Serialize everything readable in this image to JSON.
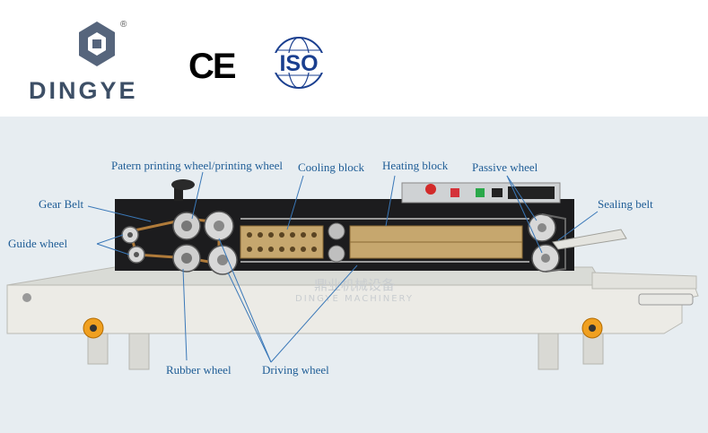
{
  "header": {
    "brand_name": "DINGYE",
    "registered_mark": "®",
    "ce_mark": "CE",
    "iso_mark": "ISO"
  },
  "machine": {
    "watermark_cn": "鼎业机械设备",
    "watermark_en": "DINGYE MACHINERY"
  },
  "labels": {
    "patern_printing_wheel": "Patern printing wheel/printing wheel",
    "cooling_block": "Cooling block",
    "heating_block": "Heating block",
    "passive_wheel": "Passive wheel",
    "gear_belt": "Gear Belt",
    "sealing_belt": "Sealing belt",
    "guide_wheel": "Guide wheel",
    "rubber_wheel": "Rubber wheel",
    "driving_wheel": "Driving wheel"
  },
  "colors": {
    "label_text": "#1f5d96",
    "brand": "#3d4f66",
    "stage_bg": "#e7edf1",
    "machine_body": "#ecebe6",
    "panel": "#1c1c1e",
    "block_gold": "#c6a76e",
    "knob_orange": "#f0a020"
  }
}
